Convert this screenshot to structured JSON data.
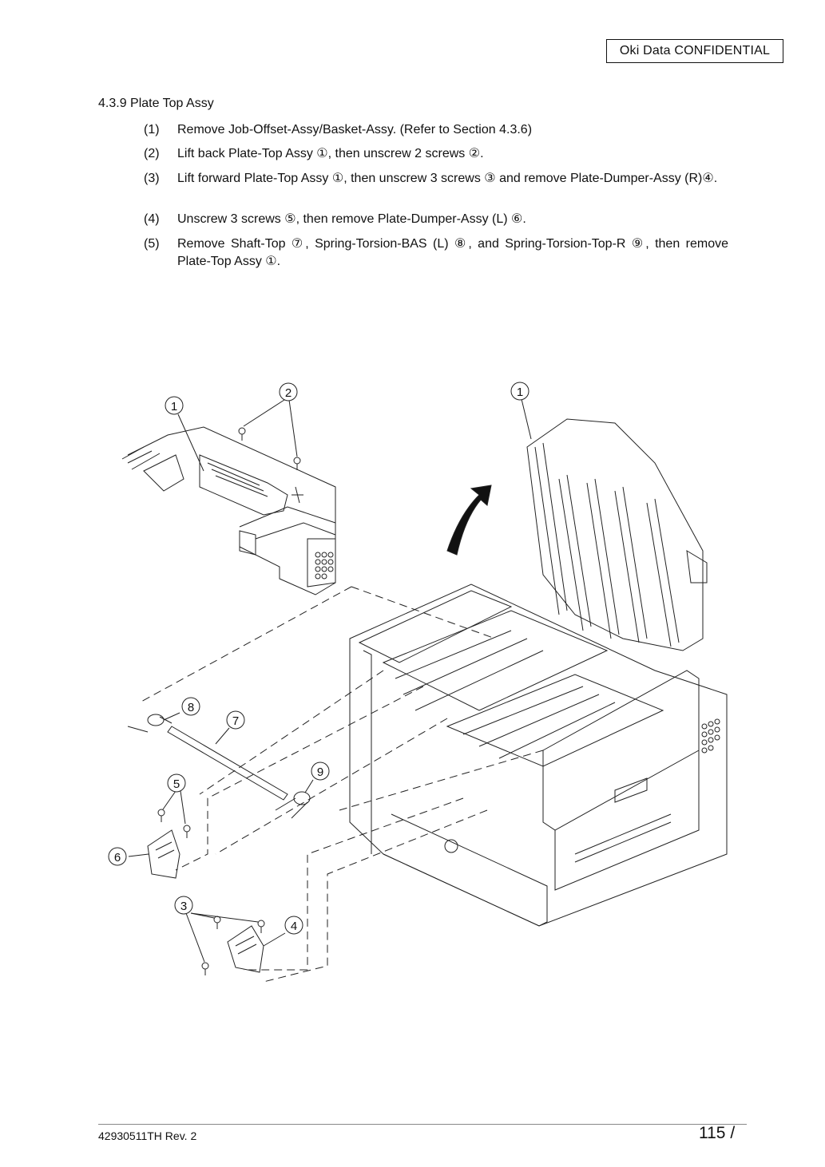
{
  "header": {
    "confidential": "Oki Data CONFIDENTIAL"
  },
  "section": {
    "title": "4.3.9   Plate Top Assy"
  },
  "steps": [
    {
      "num": "(1)",
      "text": "Remove Job-Offset-Assy/Basket-Assy. (Refer to Section 4.3.6)"
    },
    {
      "num": "(2)",
      "text": "Lift back Plate-Top Assy ①, then unscrew 2 screws ②."
    },
    {
      "num": "(3)",
      "text": "Lift forward Plate-Top Assy ①, then unscrew 3 screws ③ and remove Plate-Dumper-Assy (R)④."
    },
    {
      "num": "(4)",
      "text": "Unscrew 3 screws ⑤, then remove Plate-Dumper-Assy (L) ⑥."
    },
    {
      "num": "(5)",
      "text": "Remove Shaft-Top ⑦, Spring-Torsion-BAS (L) ⑧, and Spring-Torsion-Top-R ⑨, then remove Plate-Top Assy ①."
    }
  ],
  "figure": {
    "callouts": [
      "1",
      "2",
      "1",
      "8",
      "7",
      "5",
      "9",
      "6",
      "3",
      "4"
    ]
  },
  "footer": {
    "doc_id": "42930511TH  Rev. 2",
    "page": "115 /"
  }
}
